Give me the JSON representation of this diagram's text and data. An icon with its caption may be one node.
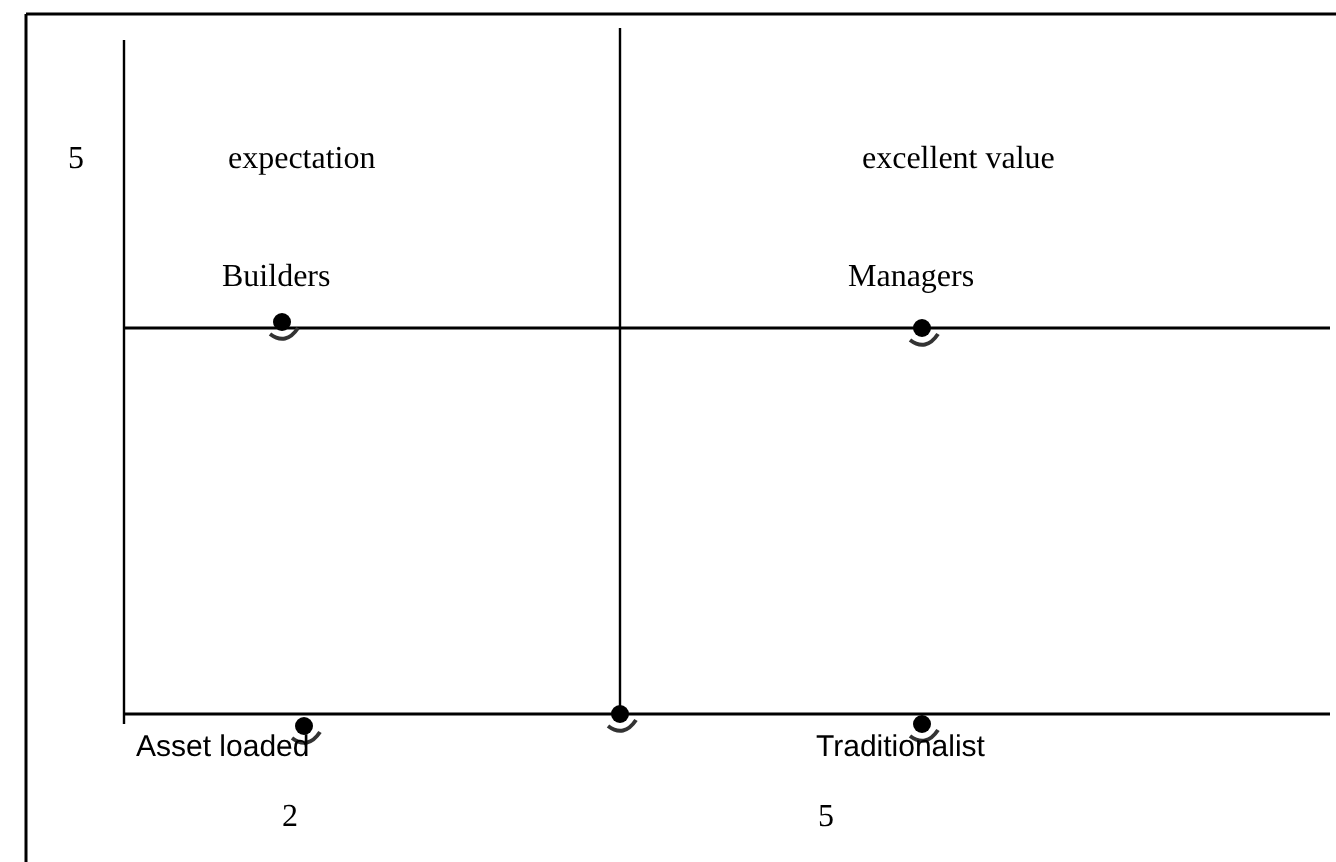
{
  "diagram": {
    "labels": [
      "5",
      "expectation",
      "excellent value",
      "Builders",
      "Managers",
      "Asset loaded",
      "Traditionalist",
      "2",
      "5"
    ]
  }
}
